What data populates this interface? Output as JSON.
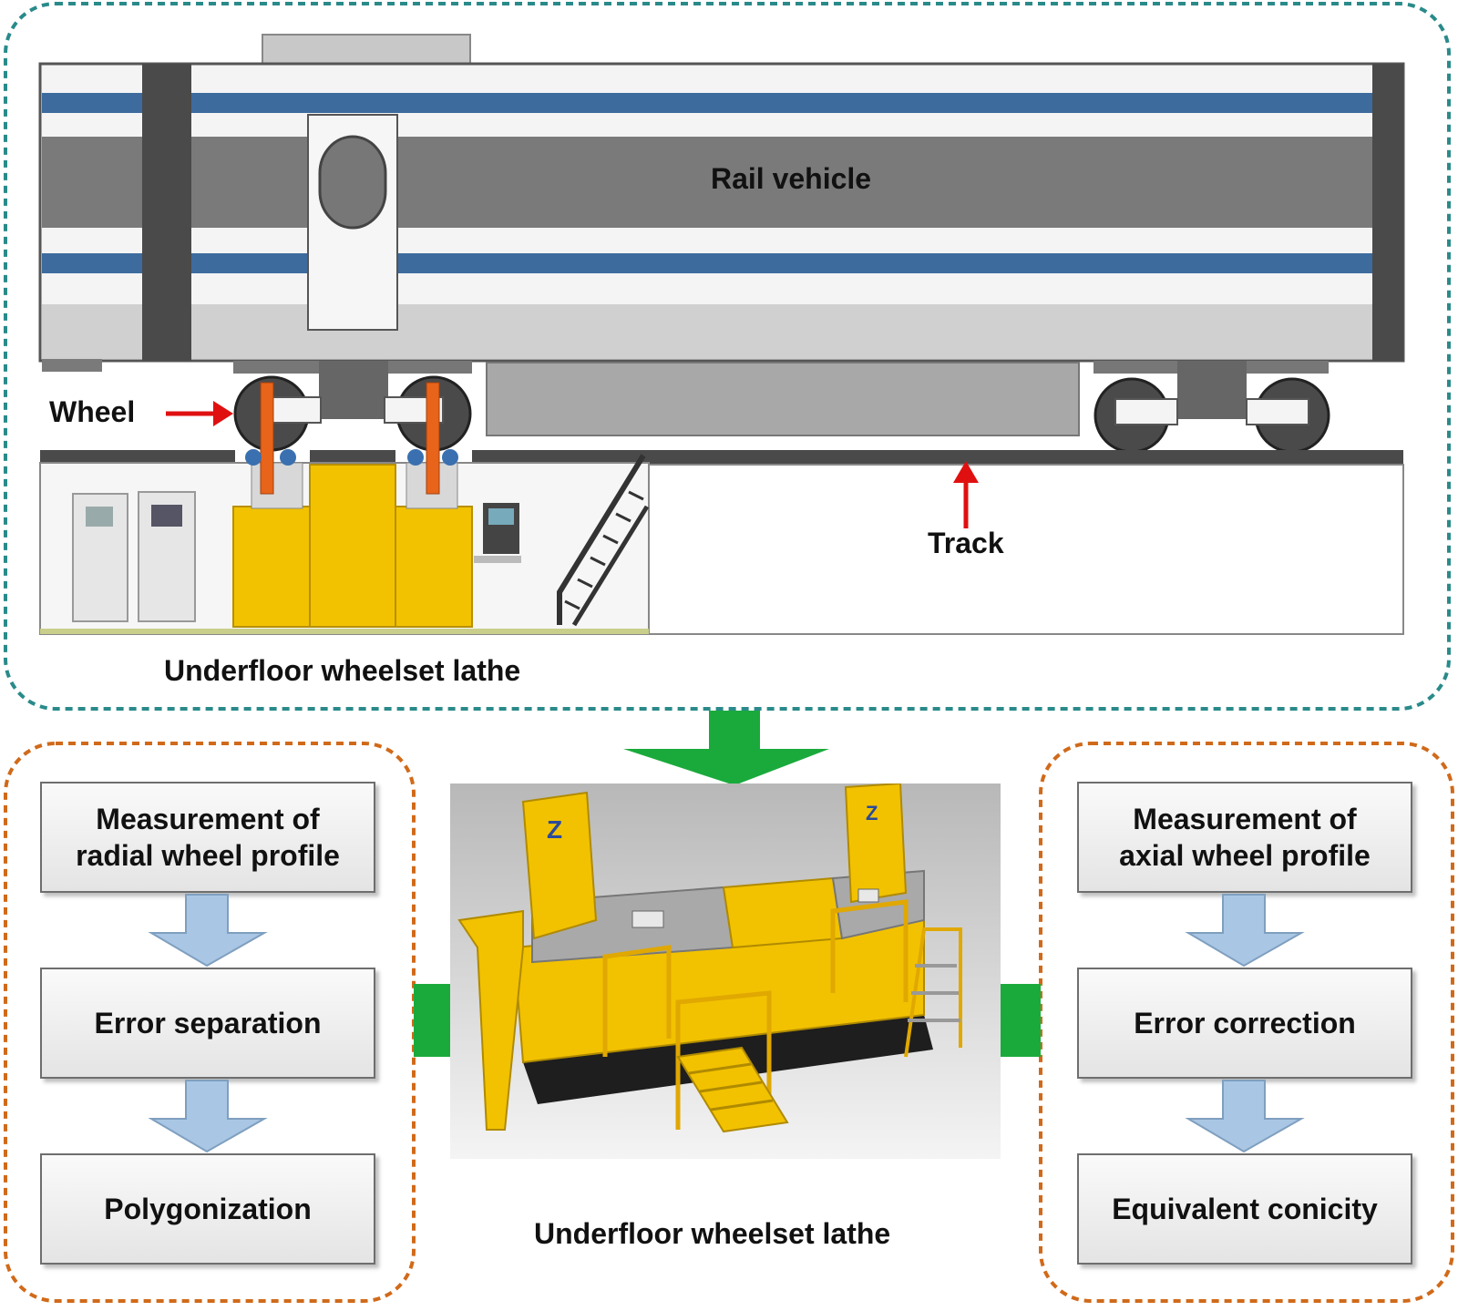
{
  "top_panel": {
    "vehicle_label": "Rail vehicle",
    "wheel_label": "Wheel",
    "track_label": "Track",
    "lathe_label": "Underfloor wheelset lathe"
  },
  "left_flow": {
    "boxes": [
      "Measurement of\nradial wheel profile",
      "Error separation",
      "Polygonization"
    ]
  },
  "right_flow": {
    "boxes": [
      "Measurement of\naxial wheel profile",
      "Error correction",
      "Equivalent conicity"
    ]
  },
  "center": {
    "caption": "Underfloor wheelset lathe",
    "machine_logo_text": "Z"
  },
  "colors": {
    "teal_border": "#2a8a8a",
    "orange_border": "#d06a1a",
    "green_arrow": "#1aaa3c",
    "flow_arrow": "#a9c6e4",
    "machine_yellow": "#f2c200",
    "stripe_blue": "#3d6b9e",
    "red_arrow": "#e01010"
  }
}
